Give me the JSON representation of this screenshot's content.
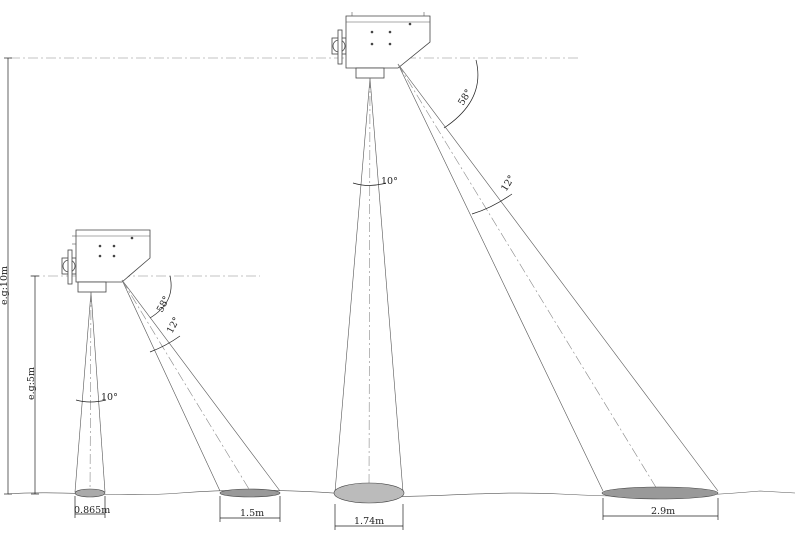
{
  "dimensions": {
    "height_large": "e.g:10m",
    "height_small": "e.g:5m"
  },
  "angles": {
    "large_tilt": "58°",
    "large_cone_oblique": "12°",
    "large_cone_vertical": "10°",
    "small_tilt": "58°",
    "small_cone_oblique": "12°",
    "small_cone_vertical": "10°"
  },
  "spot_diameters": {
    "small_vertical": "0.865m",
    "small_oblique": "1.5m",
    "large_vertical": "1.74m",
    "large_oblique": "2.9m"
  }
}
